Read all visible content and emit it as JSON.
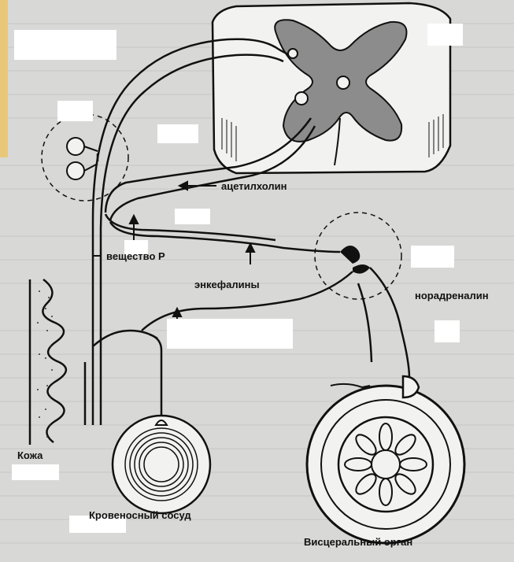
{
  "labels": {
    "acetylcholine": "ацетилхолин",
    "substance_p": "вещество Р",
    "enkephalins": "энкефалины",
    "noradrenaline": "норадреналин",
    "skin": "Кожа",
    "blood_vessel": "Кровеносный сосуд",
    "visceral_organ": "Висцеральный орган"
  },
  "colors": {
    "background": "#d8d8d6",
    "gray_matter": "#8c8c8c",
    "ink": "#111111",
    "blank_box": "#ffffff",
    "left_strip": "#e8c878"
  }
}
